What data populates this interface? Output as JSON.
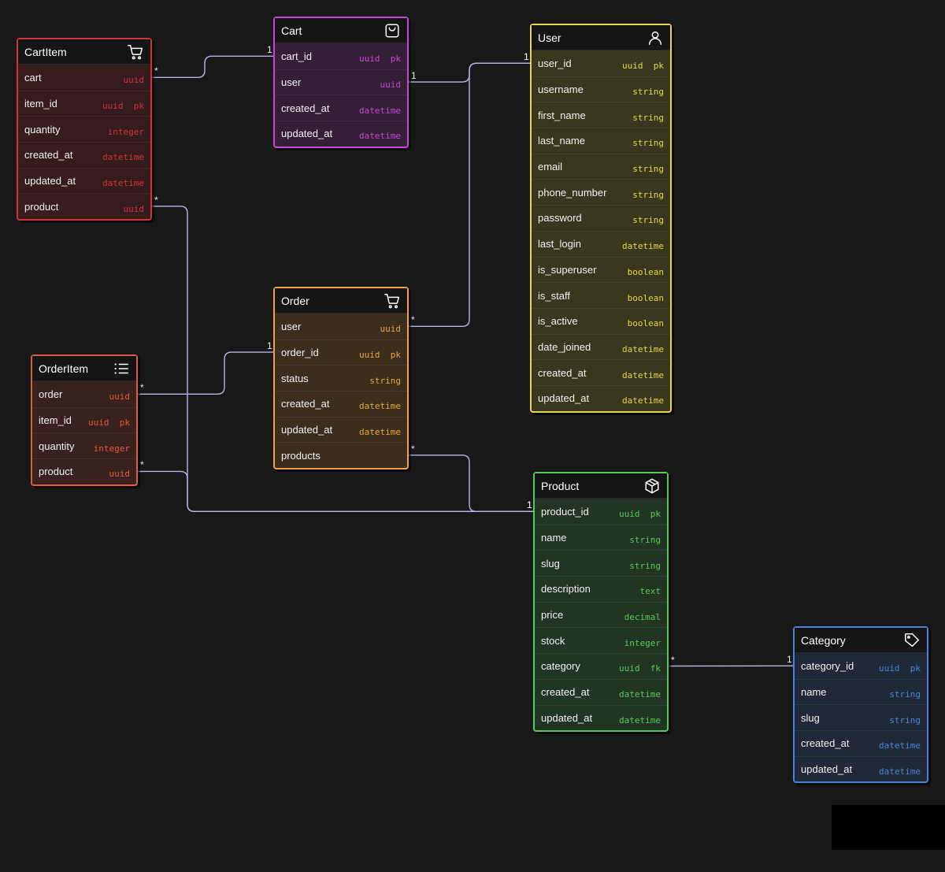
{
  "colors": {
    "background": "#181818",
    "connector": "#b9b4e8",
    "CartItem": "#d0333d",
    "Cart": "#c746d8",
    "User": "#e3d94a",
    "Order": "#eda33b",
    "OrderItem": "#e05a43",
    "Product": "#58c85e",
    "Category": "#4a83d6"
  },
  "tables": {
    "CartItem": {
      "title": "CartItem",
      "icon": "cart-icon",
      "fields": [
        {
          "name": "cart",
          "type": "uuid"
        },
        {
          "name": "item_id",
          "type": "uuid  pk"
        },
        {
          "name": "quantity",
          "type": "integer"
        },
        {
          "name": "created_at",
          "type": "datetime"
        },
        {
          "name": "updated_at",
          "type": "datetime"
        },
        {
          "name": "product",
          "type": "uuid"
        }
      ]
    },
    "Cart": {
      "title": "Cart",
      "icon": "shopping-bag-icon",
      "fields": [
        {
          "name": "cart_id",
          "type": "uuid  pk"
        },
        {
          "name": "user",
          "type": "uuid"
        },
        {
          "name": "created_at",
          "type": "datetime"
        },
        {
          "name": "updated_at",
          "type": "datetime"
        }
      ]
    },
    "User": {
      "title": "User",
      "icon": "user-icon",
      "fields": [
        {
          "name": "user_id",
          "type": "uuid  pk"
        },
        {
          "name": "username",
          "type": "string"
        },
        {
          "name": "first_name",
          "type": "string"
        },
        {
          "name": "last_name",
          "type": "string"
        },
        {
          "name": "email",
          "type": "string"
        },
        {
          "name": "phone_number",
          "type": "string"
        },
        {
          "name": "password",
          "type": "string"
        },
        {
          "name": "last_login",
          "type": "datetime"
        },
        {
          "name": "is_superuser",
          "type": "boolean"
        },
        {
          "name": "is_staff",
          "type": "boolean"
        },
        {
          "name": "is_active",
          "type": "boolean"
        },
        {
          "name": "date_joined",
          "type": "datetime"
        },
        {
          "name": "created_at",
          "type": "datetime"
        },
        {
          "name": "updated_at",
          "type": "datetime"
        }
      ]
    },
    "Order": {
      "title": "Order",
      "icon": "cart-icon",
      "fields": [
        {
          "name": "user",
          "type": "uuid"
        },
        {
          "name": "order_id",
          "type": "uuid  pk"
        },
        {
          "name": "status",
          "type": "string"
        },
        {
          "name": "created_at",
          "type": "datetime"
        },
        {
          "name": "updated_at",
          "type": "datetime"
        },
        {
          "name": "products",
          "type": ""
        }
      ]
    },
    "OrderItem": {
      "title": "OrderItem",
      "icon": "list-icon",
      "fields": [
        {
          "name": "order",
          "type": "uuid"
        },
        {
          "name": "item_id",
          "type": "uuid  pk"
        },
        {
          "name": "quantity",
          "type": "integer"
        },
        {
          "name": "product",
          "type": "uuid"
        }
      ]
    },
    "Product": {
      "title": "Product",
      "icon": "box-icon",
      "fields": [
        {
          "name": "product_id",
          "type": "uuid  pk"
        },
        {
          "name": "name",
          "type": "string"
        },
        {
          "name": "slug",
          "type": "string"
        },
        {
          "name": "description",
          "type": "text"
        },
        {
          "name": "price",
          "type": "decimal"
        },
        {
          "name": "stock",
          "type": "integer"
        },
        {
          "name": "category",
          "type": "uuid  fk"
        },
        {
          "name": "created_at",
          "type": "datetime"
        },
        {
          "name": "updated_at",
          "type": "datetime"
        }
      ]
    },
    "Category": {
      "title": "Category",
      "icon": "tag-icon",
      "fields": [
        {
          "name": "category_id",
          "type": "uuid  pk"
        },
        {
          "name": "name",
          "type": "string"
        },
        {
          "name": "slug",
          "type": "string"
        },
        {
          "name": "created_at",
          "type": "datetime"
        },
        {
          "name": "updated_at",
          "type": "datetime"
        }
      ]
    }
  },
  "relations": [
    {
      "from": "CartItem.cart",
      "to": "Cart.cart_id",
      "from_card": "*",
      "to_card": "1"
    },
    {
      "from": "Cart.user",
      "to": "User.user_id",
      "from_card": "1",
      "to_card": "1"
    },
    {
      "from": "Order.user",
      "to": "User.user_id",
      "from_card": "*",
      "to_card": "1"
    },
    {
      "from": "OrderItem.order",
      "to": "Order.order_id",
      "from_card": "*",
      "to_card": "1"
    },
    {
      "from": "Order.products",
      "to": "Product.product_id",
      "from_card": "*",
      "to_card": "1"
    },
    {
      "from": "CartItem.product",
      "to": "Product.product_id",
      "from_card": "*",
      "to_card": "1"
    },
    {
      "from": "OrderItem.product",
      "to": "Product.product_id",
      "from_card": "*",
      "to_card": "1"
    },
    {
      "from": "Product.category",
      "to": "Category.category_id",
      "from_card": "*",
      "to_card": "1"
    }
  ]
}
